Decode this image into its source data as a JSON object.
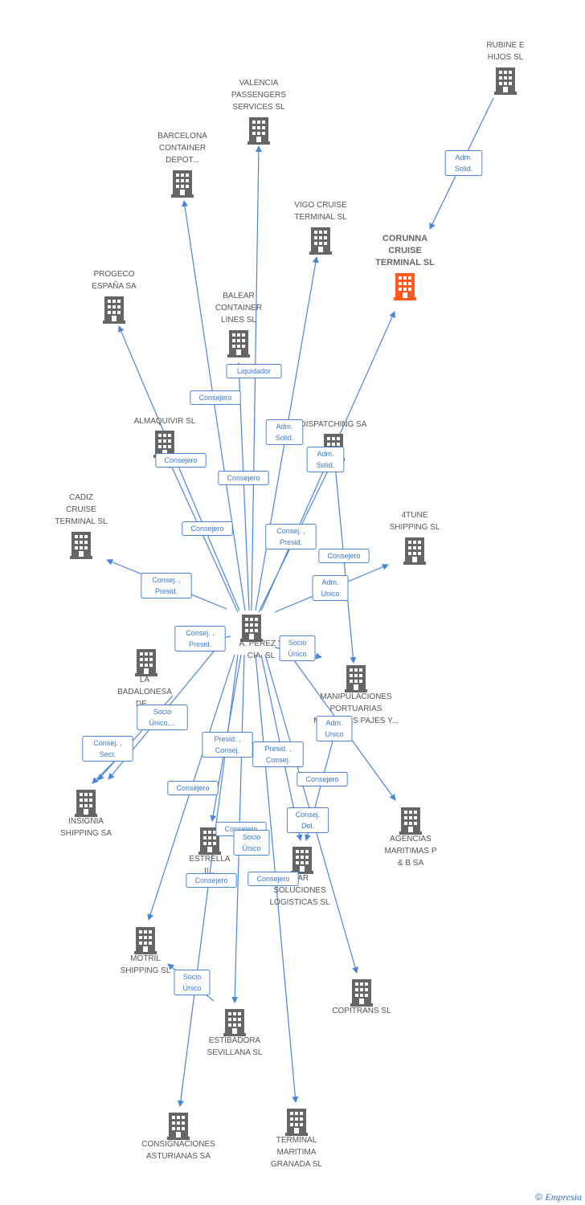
{
  "colors": {
    "edge": "#4a86d8",
    "icon": "#666666",
    "highlight": "#ff5a1f"
  },
  "nodes": [
    {
      "id": "center",
      "label": [
        "A.  PEREZ Y",
        "CIA. SL"
      ],
      "icon": "building-icon"
    },
    {
      "id": "rubine",
      "label": [
        "RUBINE E",
        "HIJOS  SL"
      ],
      "icon": "building-icon"
    },
    {
      "id": "corunna",
      "label": [
        "CORUNNA",
        "CRUISE",
        "TERMINAL SL"
      ],
      "icon": "building-icon",
      "highlight": true
    },
    {
      "id": "valencia",
      "label": [
        "VALENCIA",
        "PASSENGERS",
        "SERVICES SL"
      ],
      "icon": "building-icon"
    },
    {
      "id": "barcelona",
      "label": [
        "BARCELONA",
        "CONTAINER",
        "DEPOT..."
      ],
      "icon": "building-icon"
    },
    {
      "id": "vigo",
      "label": [
        "VIGO CRUISE",
        "TERMINAL SL"
      ],
      "icon": "building-icon"
    },
    {
      "id": "progeco",
      "label": [
        "PROGECO",
        "ESPAÑA SA"
      ],
      "icon": "building-icon"
    },
    {
      "id": "balear",
      "label": [
        "BALEAR",
        "CONTAINER",
        "LINES SL"
      ],
      "icon": "building-icon"
    },
    {
      "id": "almaquivir",
      "label": [
        "ALMAQUIVIR SL"
      ],
      "icon": "building-icon"
    },
    {
      "id": "dispatching",
      "label": [
        "DISPATCHING SA"
      ],
      "icon": "building-icon"
    },
    {
      "id": "cadiz",
      "label": [
        "CADIZ",
        "CRUISE",
        "TERMINAL SL"
      ],
      "icon": "building-icon"
    },
    {
      "id": "4tune",
      "label": [
        "4TUNE",
        "SHIPPING SL"
      ],
      "icon": "building-icon"
    },
    {
      "id": "badalonesa",
      "label": [
        "LA",
        "BADALONESA",
        "DE..."
      ],
      "icon": "building-icon"
    },
    {
      "id": "manipulaciones",
      "label": [
        "MANIPULACIONES",
        "PORTUARIAS",
        "MARITIMAS PAJES Y..."
      ],
      "icon": "building-icon"
    },
    {
      "id": "insignia",
      "label": [
        "INSIGNIA",
        "SHIPPING SA"
      ],
      "icon": "building-icon"
    },
    {
      "id": "agencias",
      "label": [
        "AGENCIAS",
        "MARITIMAS P",
        "& B SA"
      ],
      "icon": "building-icon"
    },
    {
      "id": "estrella",
      "label": [
        "ESTRELLA",
        "II..."
      ],
      "icon": "building-icon"
    },
    {
      "id": "mar",
      "label": [
        "MAR",
        "SOLUCIONES",
        "LOGISTICAS  SL"
      ],
      "icon": "building-icon"
    },
    {
      "id": "motril",
      "label": [
        "MOTRIL",
        "SHIPPING SL"
      ],
      "icon": "building-icon"
    },
    {
      "id": "copitrans",
      "label": [
        "COPITRANS SL"
      ],
      "icon": "building-icon"
    },
    {
      "id": "estibadora",
      "label": [
        "ESTIBADORA",
        "SEVILLANA SL"
      ],
      "icon": "building-icon"
    },
    {
      "id": "consignaciones",
      "label": [
        "CONSIGNACIONES",
        "ASTURIANAS SA"
      ],
      "icon": "building-icon"
    },
    {
      "id": "granada",
      "label": [
        "TERMINAL",
        "MARITIMA",
        "GRANADA SL"
      ],
      "icon": "building-icon"
    }
  ],
  "badges": [
    {
      "id": "b-rubine",
      "text": [
        "Adm.",
        "Solid."
      ]
    },
    {
      "id": "b-balear",
      "text": [
        "Liquidador"
      ]
    },
    {
      "id": "b-barcelona",
      "text": [
        "Consejero"
      ]
    },
    {
      "id": "b-vigo",
      "text": [
        "Adm.",
        "Solid."
      ]
    },
    {
      "id": "b-corunna",
      "text": [
        "Adm.",
        "Solid."
      ]
    },
    {
      "id": "b-almaquivir",
      "text": [
        "Consejero"
      ]
    },
    {
      "id": "b-valencia",
      "text": [
        "Consejero"
      ]
    },
    {
      "id": "b-progeco",
      "text": [
        "Consejero"
      ]
    },
    {
      "id": "b-dispatching",
      "text": [
        "Consej. ,",
        "Presid."
      ]
    },
    {
      "id": "b-manip1",
      "text": [
        "Consejero"
      ]
    },
    {
      "id": "b-cadiz",
      "text": [
        "Consej. ,",
        "Presid."
      ]
    },
    {
      "id": "b-4tune",
      "text": [
        "Adm.",
        "Unico"
      ]
    },
    {
      "id": "b-badalonesa",
      "text": [
        "Consej. ,",
        "Presid."
      ]
    },
    {
      "id": "b-center-socio",
      "text": [
        "Socio",
        "Único"
      ]
    },
    {
      "id": "b-socio-unico-etc",
      "text": [
        "Socio",
        "Único,..."
      ]
    },
    {
      "id": "b-insignia",
      "text": [
        "Consej. ,",
        "Secr."
      ]
    },
    {
      "id": "b-agencias",
      "text": [
        "Adm.",
        "Unico"
      ]
    },
    {
      "id": "b-estrella",
      "text": [
        "Presid. ,",
        "Consej."
      ]
    },
    {
      "id": "b-mar1",
      "text": [
        "Presid. ,",
        "Consej."
      ]
    },
    {
      "id": "b-motril",
      "text": [
        "Consejero"
      ]
    },
    {
      "id": "b-copitrans",
      "text": [
        "Consejero"
      ]
    },
    {
      "id": "b-mar2",
      "text": [
        "Consej.",
        "Del."
      ]
    },
    {
      "id": "b-estrella2",
      "text": [
        "Consejero"
      ]
    },
    {
      "id": "b-estrella-socio",
      "text": [
        "Socio",
        "Único"
      ]
    },
    {
      "id": "b-consignaciones",
      "text": [
        "Consejero"
      ]
    },
    {
      "id": "b-granada",
      "text": [
        "Consejero"
      ]
    },
    {
      "id": "b-estibadora",
      "text": [
        "Socio",
        "Único"
      ]
    }
  ],
  "footer": {
    "copyright": "©",
    "brand": "Empresia"
  }
}
